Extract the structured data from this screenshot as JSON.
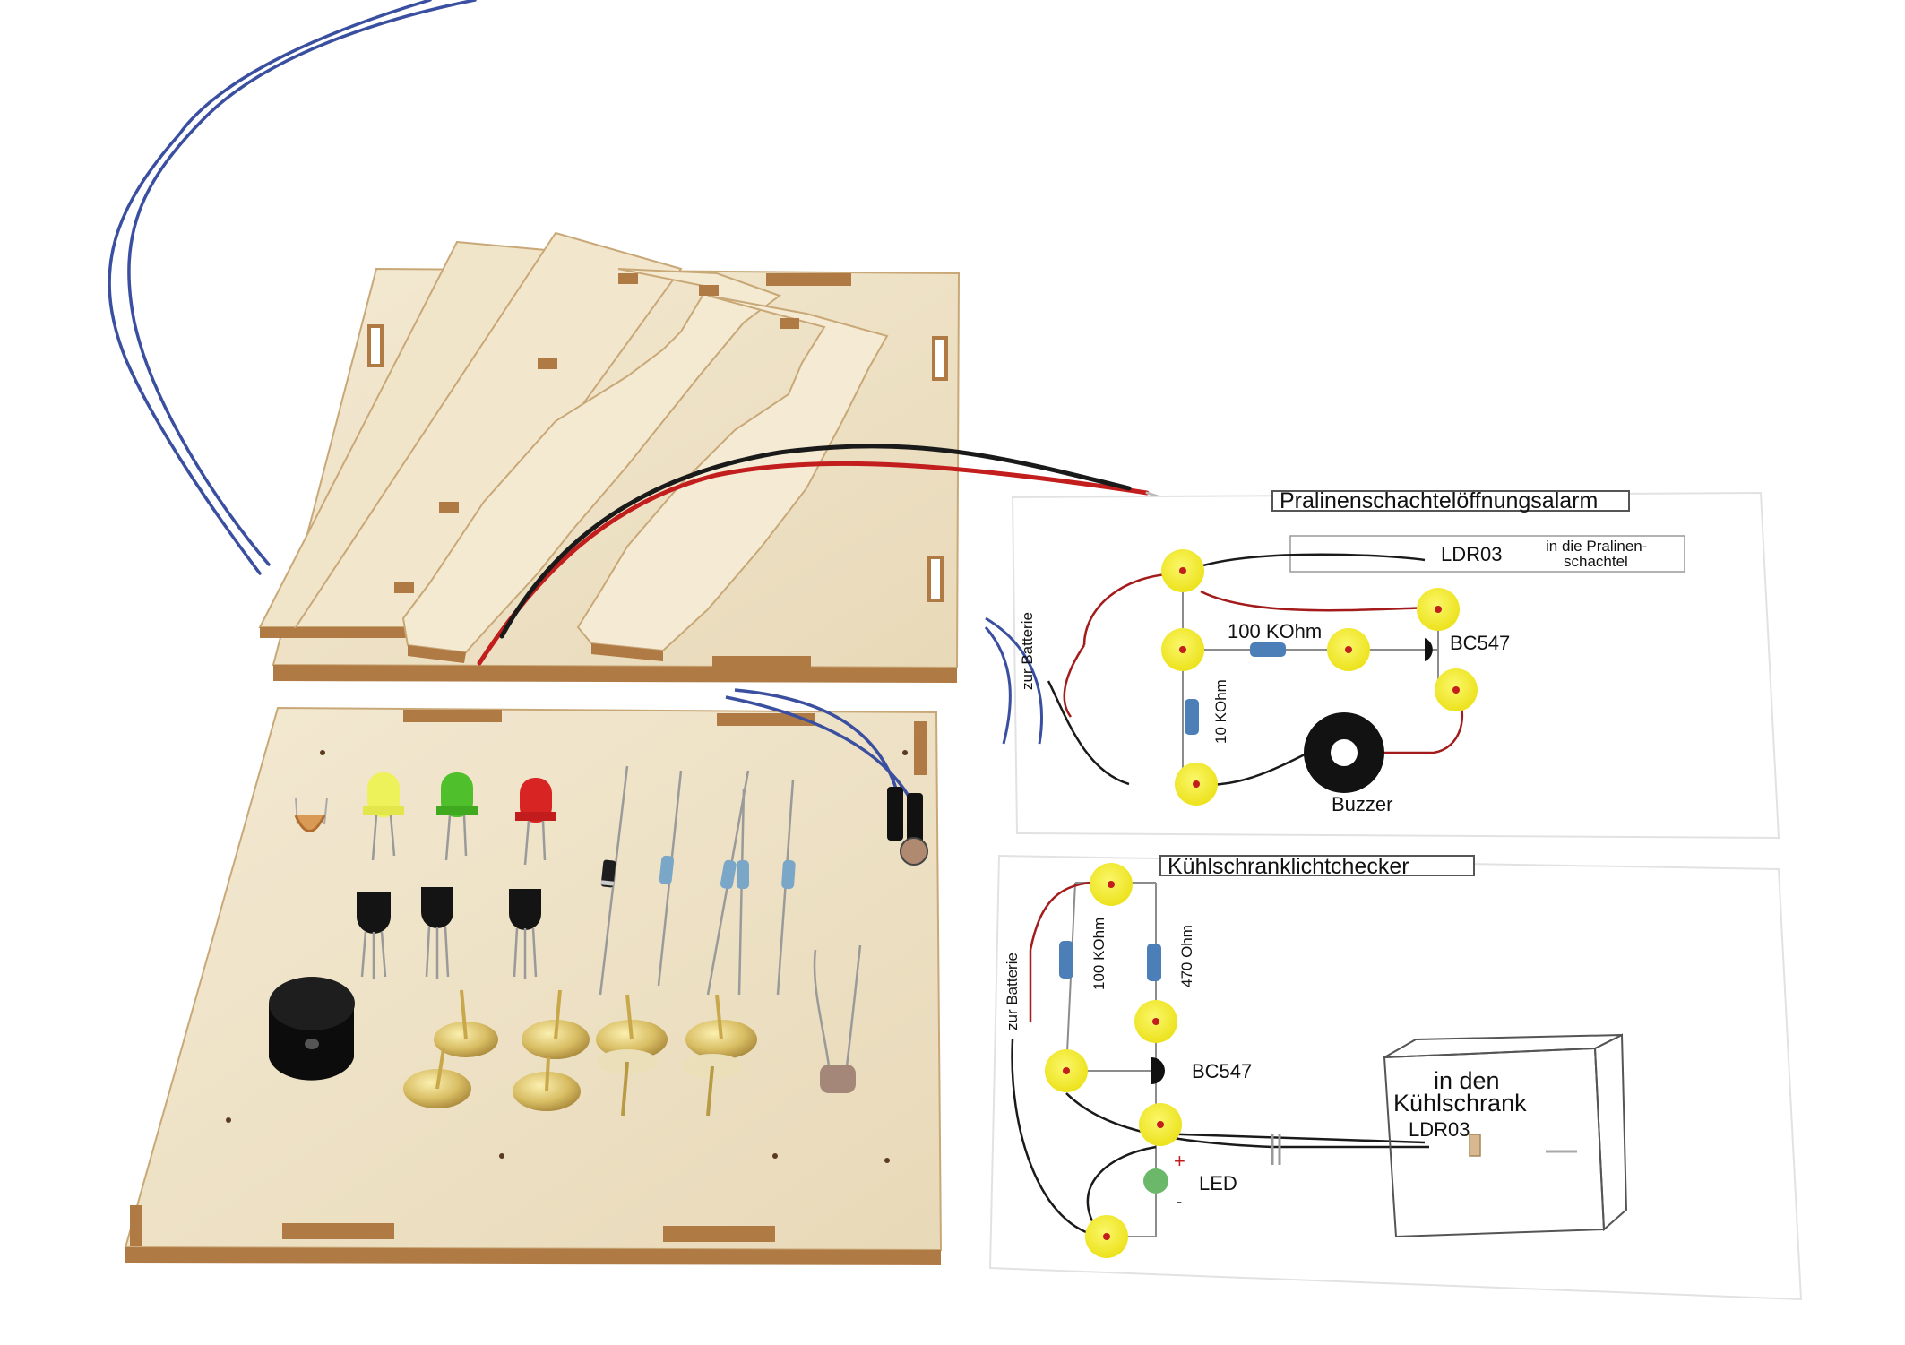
{
  "sheet1": {
    "title": "Pralinenschachtelöffnungsalarm",
    "ldr": "LDR03",
    "box_note_1": "in die Pralinen-",
    "box_note_2": "schachtel",
    "battery": "zur Batterie",
    "r1": "100 KOhm",
    "r2": "10 KOhm",
    "transistor": "BC547",
    "buzzer": "Buzzer"
  },
  "sheet2": {
    "title": "Kühlschranklichtchecker",
    "battery": "zur Batterie",
    "r1": "100 KOhm",
    "r2": "470 Ohm",
    "transistor": "BC547",
    "fridge_1": "in den",
    "fridge_2": "Kühlschrank",
    "ldr": "LDR03",
    "led": "LED",
    "plus": "+",
    "minus": "-"
  },
  "colors": {
    "plywood": "#efe3c8",
    "plywood_edge": "#b07a45",
    "pad": "#f3ee36",
    "wire_blue": "#3a4fa0",
    "wire_red": "#c21e1e",
    "wire_black": "#1a1a1a"
  }
}
